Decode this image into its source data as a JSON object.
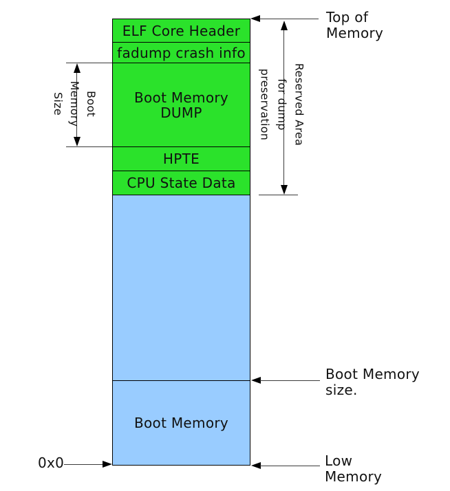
{
  "memory_map": {
    "regions": [
      {
        "label": "ELF Core Header"
      },
      {
        "label": "fadump crash info"
      },
      {
        "label": "Boot Memory\nDUMP"
      },
      {
        "label": "HPTE"
      },
      {
        "label": "CPU State Data"
      },
      {
        "label": ""
      },
      {
        "label": "Boot Memory"
      }
    ]
  },
  "annotations": {
    "top_of_memory": "Top of\nMemory",
    "reserved_area": "Reserved Area\nfor dump\npreservation",
    "boot_memory_size_vertical": "Boot\nMemory\nSize",
    "boot_memory_size": "Boot Memory\nsize.",
    "low_memory": "Low\nMemory",
    "zero_address": "0x0"
  },
  "colors": {
    "reserved-region": "#2be22b",
    "ram-region": "#99ccff",
    "region-border": "#000000",
    "leader-line": "#3a3a3a",
    "text": "#111111"
  }
}
